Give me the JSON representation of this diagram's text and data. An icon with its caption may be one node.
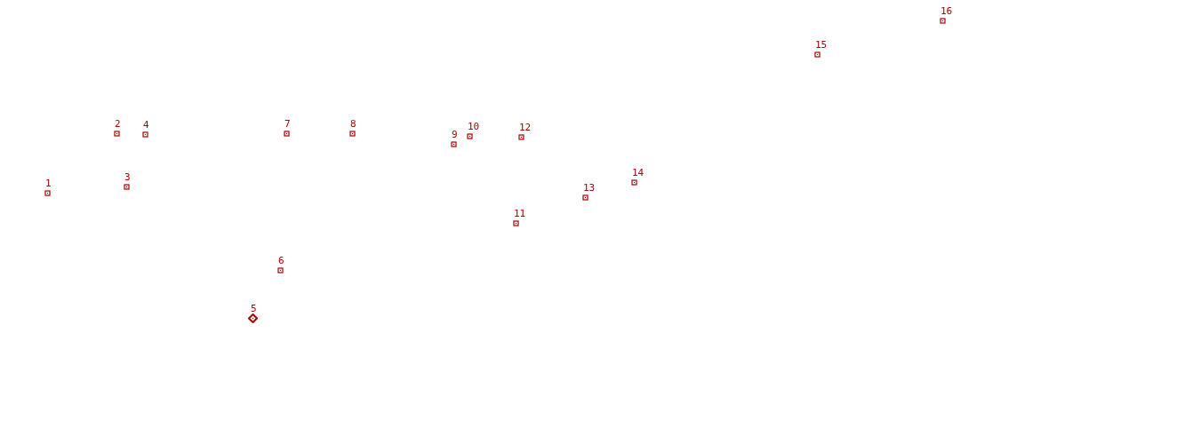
{
  "diagram": {
    "nodes": [
      {
        "text": [
          "1"
        ]
      },
      {
        "text": [
          "2"
        ]
      },
      {
        "text": [
          "3"
        ]
      },
      {
        "text": [
          "4"
        ]
      },
      {
        "text": [
          "5"
        ]
      },
      {
        "text": [
          "6"
        ]
      },
      {
        "text": [
          "7"
        ]
      },
      {
        "text": [
          "8"
        ]
      },
      {
        "text": [
          "9"
        ]
      },
      {
        "text": [
          "10"
        ]
      },
      {
        "text": [
          "11"
        ]
      },
      {
        "text": [
          "12"
        ]
      },
      {
        "text": [
          "13"
        ]
      },
      {
        "text": [
          "14"
        ]
      },
      {
        "text": [
          "15"
        ]
      },
      {
        "text": [
          "16"
        ]
      }
    ]
  }
}
